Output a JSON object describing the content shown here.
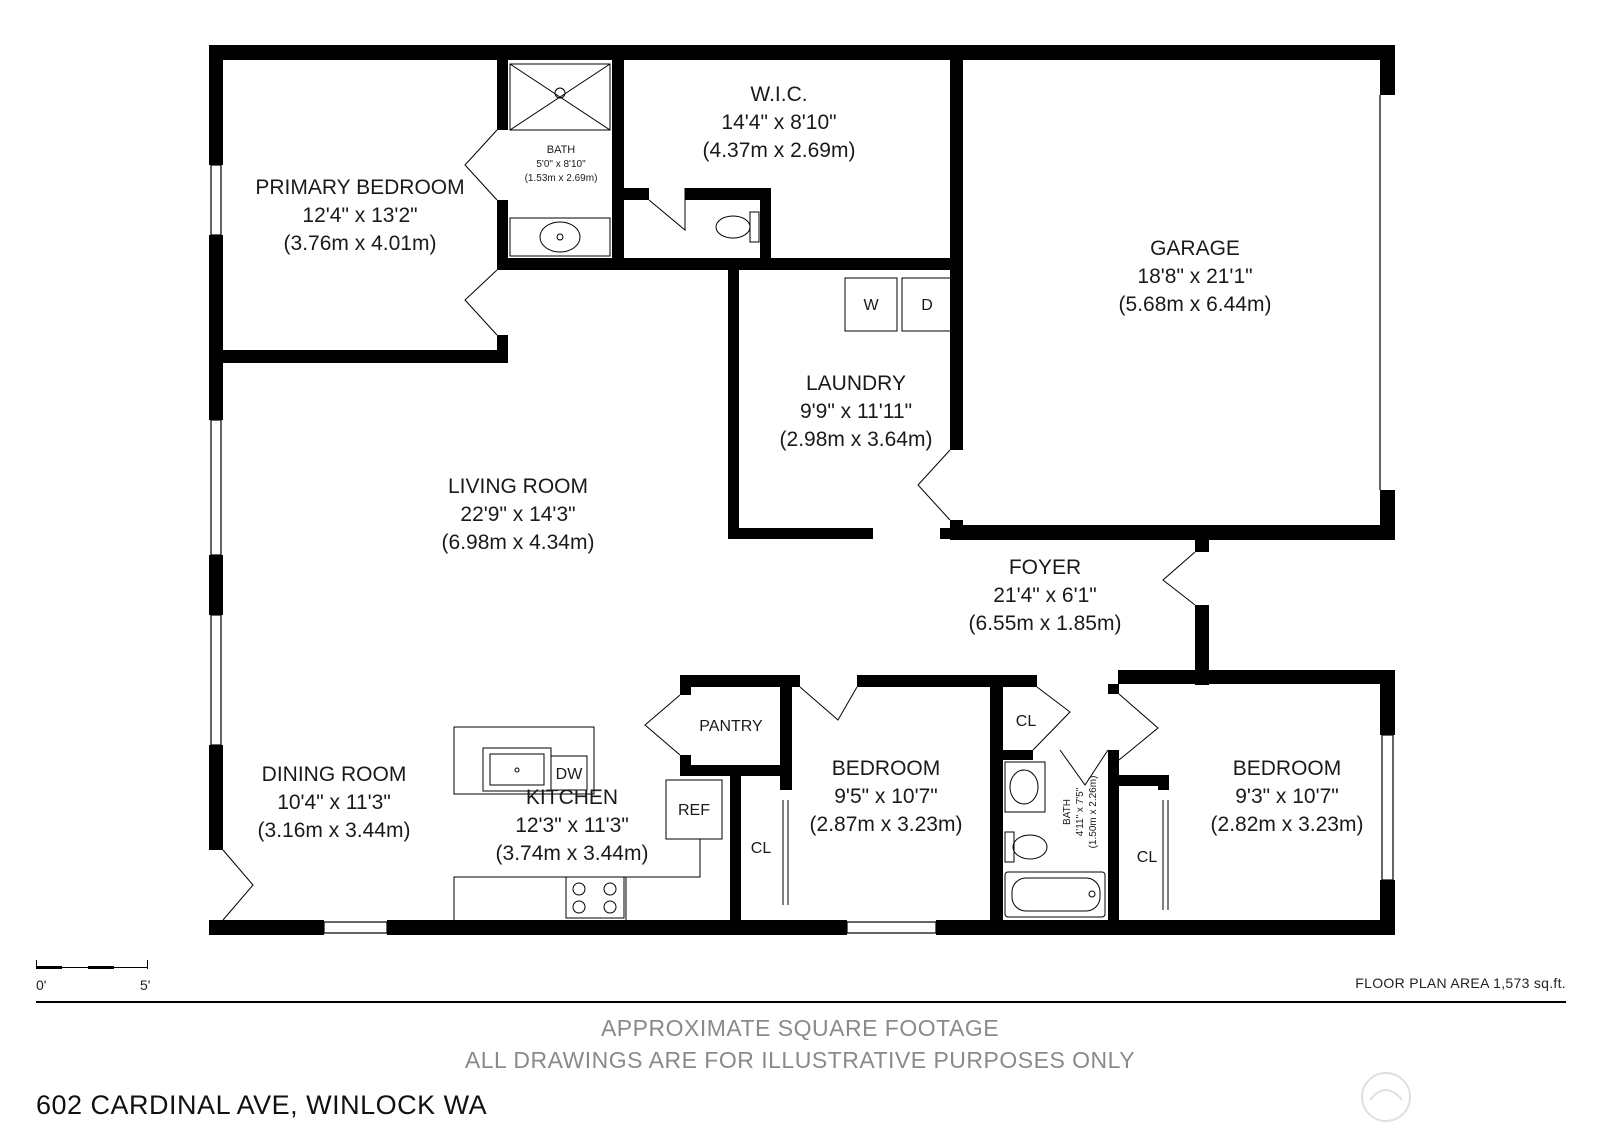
{
  "rooms": {
    "primary_bedroom": {
      "name": "PRIMARY BEDROOM",
      "dim_ft": "12'4\" x 13'2\"",
      "dim_m": "(3.76m x 4.01m)"
    },
    "bath_primary": {
      "name": "BATH",
      "dim_ft": "5'0\" x 8'10\"",
      "dim_m": "(1.53m x 2.69m)"
    },
    "wic": {
      "name": "W.I.C.",
      "dim_ft": "14'4\" x 8'10\"",
      "dim_m": "(4.37m x 2.69m)"
    },
    "garage": {
      "name": "GARAGE",
      "dim_ft": "18'8\" x 21'1\"",
      "dim_m": "(5.68m x 6.44m)"
    },
    "laundry": {
      "name": "LAUNDRY",
      "dim_ft": "9'9\" x 11'11\"",
      "dim_m": "(2.98m x 3.64m)"
    },
    "living_room": {
      "name": "LIVING ROOM",
      "dim_ft": "22'9\" x 14'3\"",
      "dim_m": "(6.98m x 4.34m)"
    },
    "foyer": {
      "name": "FOYER",
      "dim_ft": "21'4\" x 6'1\"",
      "dim_m": "(6.55m x 1.85m)"
    },
    "dining_room": {
      "name": "DINING ROOM",
      "dim_ft": "10'4\" x 11'3\"",
      "dim_m": "(3.16m x 3.44m)"
    },
    "kitchen": {
      "name": "KITCHEN",
      "dim_ft": "12'3\" x 11'3\"",
      "dim_m": "(3.74m x 3.44m)"
    },
    "bedroom_2": {
      "name": "BEDROOM",
      "dim_ft": "9'5\" x 10'7\"",
      "dim_m": "(2.87m x 3.23m)"
    },
    "bedroom_3": {
      "name": "BEDROOM",
      "dim_ft": "9'3\" x 10'7\"",
      "dim_m": "(2.82m x 3.23m)"
    },
    "bath_hall": {
      "name": "BATH",
      "dim_ft": "4'11\" x 7'5\"",
      "dim_m": "(1.50m x 2.26m)"
    }
  },
  "fixtures": {
    "washer": "W",
    "dryer": "D",
    "pantry": "PANTRY",
    "dishwasher": "DW",
    "refrigerator": "REF",
    "closet_bedroom2": "CL",
    "closet_hall": "CL",
    "closet_bedroom3": "CL"
  },
  "scale": {
    "start": "0'",
    "end": "5'"
  },
  "floor_plan_area": "FLOOR PLAN AREA 1,573 sq.ft.",
  "footer": {
    "line1": "APPROXIMATE SQUARE FOOTAGE",
    "line2": "ALL DRAWINGS ARE FOR ILLUSTRATIVE PURPOSES ONLY"
  },
  "address": "602 CARDINAL AVE, WINLOCK WA",
  "colors": {
    "wall": "#000000",
    "footer_text": "#8a8a8a",
    "background": "#ffffff"
  }
}
